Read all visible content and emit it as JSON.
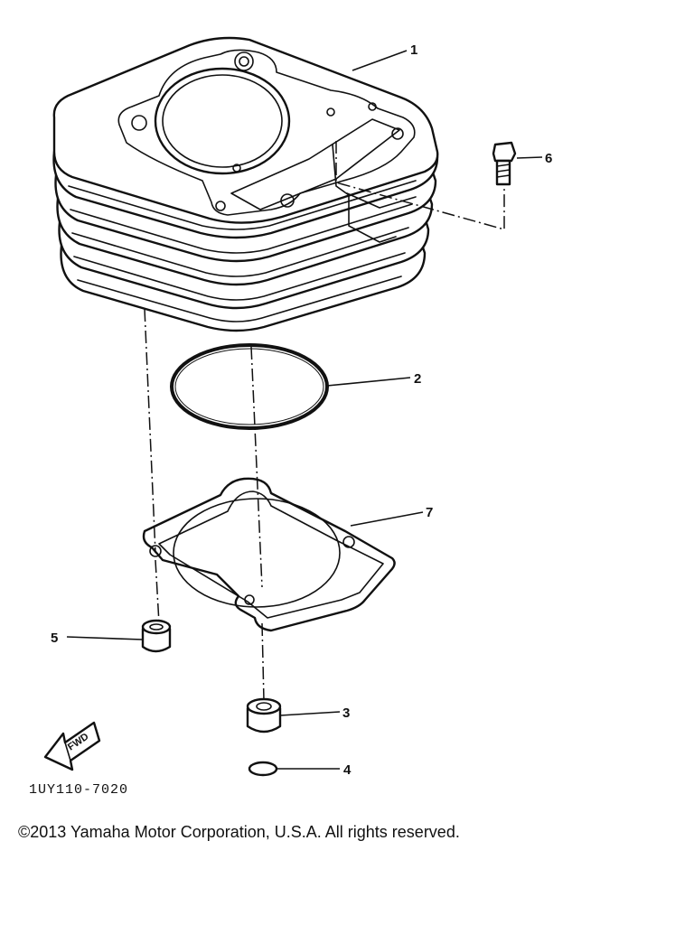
{
  "diagram": {
    "callouts": [
      {
        "id": "1",
        "label": "1"
      },
      {
        "id": "2",
        "label": "2"
      },
      {
        "id": "3",
        "label": "3"
      },
      {
        "id": "4",
        "label": "4"
      },
      {
        "id": "5",
        "label": "5"
      },
      {
        "id": "6",
        "label": "6"
      },
      {
        "id": "7",
        "label": "7"
      }
    ],
    "forward_arrow_label": "FWD",
    "reference_code": "1UY110-7020"
  },
  "footer": {
    "copyright": "©2013 Yamaha Motor Corporation, U.S.A. All rights reserved."
  }
}
